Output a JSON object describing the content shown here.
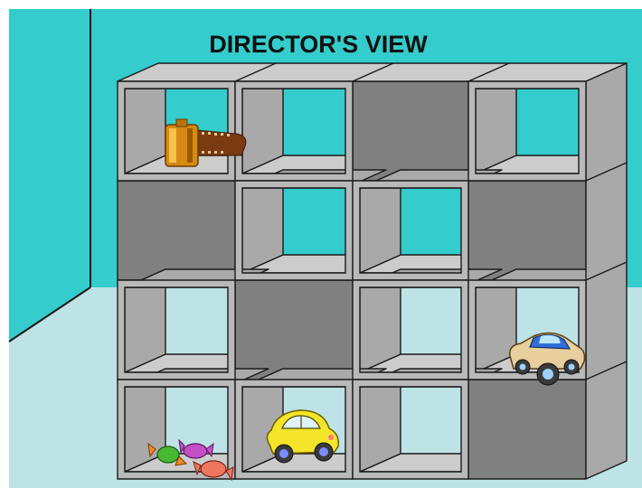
{
  "title": "DIRECTOR'S VIEW",
  "colors": {
    "wall": "#34cccc",
    "floor": "#bde3e6",
    "shelf_face": "#b9b9b9",
    "shelf_side": "#a9a9a9",
    "shelf_top": "#cccccc",
    "closed_back": "#808080",
    "outline": "#1a1a1a"
  },
  "grid": {
    "columns": 4,
    "rows": 4,
    "closed_cells": [
      {
        "row": 1,
        "col": 3
      },
      {
        "row": 2,
        "col": 1
      },
      {
        "row": 2,
        "col": 4
      },
      {
        "row": 3,
        "col": 2
      },
      {
        "row": 4,
        "col": 4
      }
    ]
  },
  "objects": [
    {
      "icon": "film-roll-icon",
      "row": 1,
      "col": 1
    },
    {
      "icon": "toy-car-blue-icon",
      "row": 3,
      "col": 4
    },
    {
      "icon": "candy-icon",
      "row": 4,
      "col": 1
    },
    {
      "icon": "toy-car-yellow-icon",
      "row": 4,
      "col": 2
    }
  ]
}
